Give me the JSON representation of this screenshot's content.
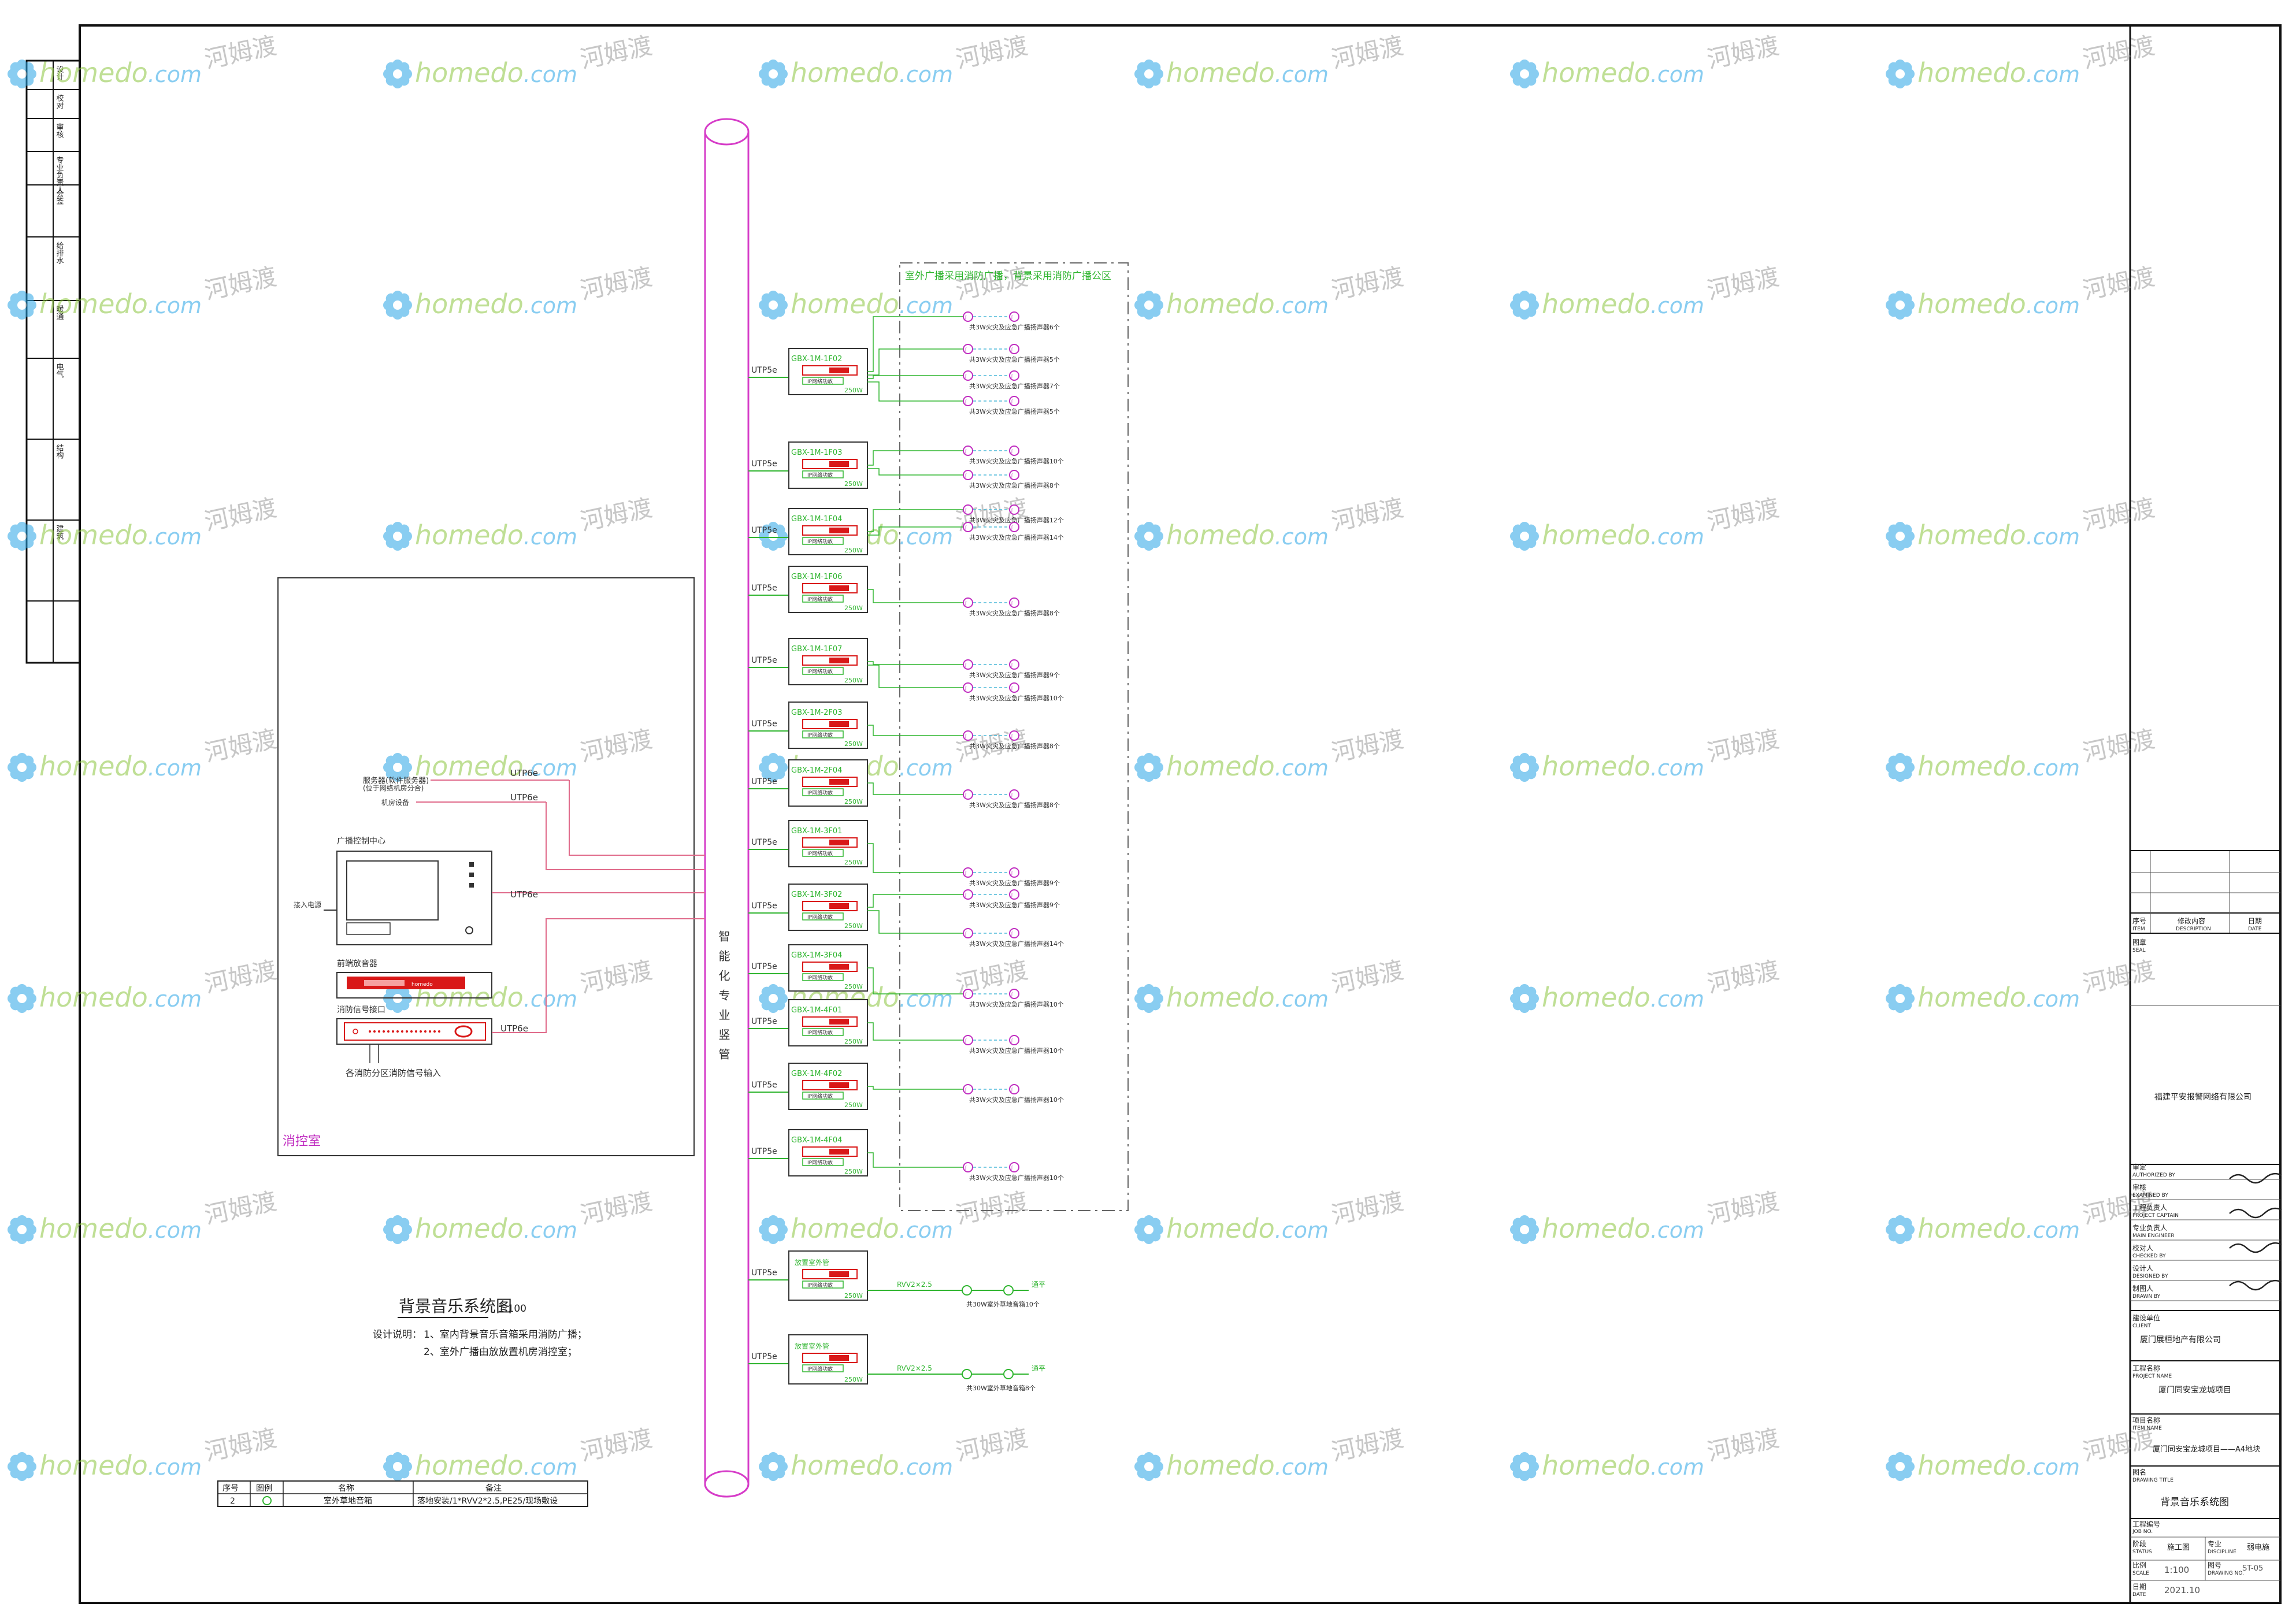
{
  "colors": {
    "frame": "#111111",
    "riser": "#d63cc8",
    "green": "#2fb52f",
    "red": "#d91818",
    "pink": "#e06a8a",
    "cyan": "#4bb8d8",
    "magenta": "#c02cc0",
    "watermark_green": "#8cc63f",
    "watermark_blue": "#29a6e6",
    "watermark_gray": "#9a9a9a"
  },
  "watermark": {
    "brand": "homedo",
    "tld": ".com",
    "cn": "河姆渡",
    "icon": "flower-logo-icon"
  },
  "left_strip": {
    "rows": [
      "设计",
      "校对",
      "审核",
      "专业负责人",
      "会签",
      "给排水",
      "暖通",
      "电气",
      "结构",
      "建筑"
    ]
  },
  "riser": {
    "label": "智能化专业竖管"
  },
  "zone": {
    "title": "室外广播采用消防广播，背景采用消防广播公区"
  },
  "control_room": {
    "name": "消控室",
    "host_label": "广播控制中心",
    "power_label": "接入电源",
    "server_label": "服务器(软件服务器)",
    "server_sub": "(位于网络机房分合)",
    "machine_label": "机房设备",
    "player_label": "前端放音器",
    "fire_label": "消防信号接口",
    "fire_input": "各消防分区消防信号输入",
    "links": [
      "UTP6e",
      "UTP6e",
      "UTP6e",
      "UTP6e"
    ]
  },
  "amps": [
    {
      "id": "GBX-1M-1F02",
      "cable": "UTP5e",
      "power": "250W",
      "sub": "IP网络功放",
      "speakers": [
        "共3W火灾及应急广播扬声器6个",
        "共3W火灾及应急广播扬声器5个",
        "共3W火灾及应急广播扬声器7个",
        "共3W火灾及应急广播扬声器5个"
      ]
    },
    {
      "id": "GBX-1M-1F03",
      "cable": "UTP5e",
      "power": "250W",
      "sub": "IP网络功放",
      "speakers": [
        "共3W火灾及应急广播扬声器10个",
        "共3W火灾及应急广播扬声器8个"
      ]
    },
    {
      "id": "GBX-1M-1F04",
      "cable": "UTP5e",
      "power": "250W",
      "sub": "IP网络功放",
      "speakers": [
        "共3W火灾及应急广播扬声器12个",
        "共3W火灾及应急广播扬声器14个"
      ]
    },
    {
      "id": "GBX-1M-1F06",
      "cable": "UTP5e",
      "power": "250W",
      "sub": "IP网络功放",
      "speakers": [
        "共3W火灾及应急广播扬声器8个"
      ]
    },
    {
      "id": "GBX-1M-1F07",
      "cable": "UTP5e",
      "power": "250W",
      "sub": "IP网络功放",
      "speakers": [
        "共3W火灾及应急广播扬声器9个",
        "共3W火灾及应急广播扬声器10个"
      ]
    },
    {
      "id": "GBX-1M-2F03",
      "cable": "UTP5e",
      "power": "250W",
      "sub": "IP网络功放",
      "speakers": [
        "共3W火灾及应急广播扬声器8个"
      ]
    },
    {
      "id": "GBX-1M-2F04",
      "cable": "UTP5e",
      "power": "250W",
      "sub": "IP网络功放",
      "speakers": [
        "共3W火灾及应急广播扬声器8个"
      ]
    },
    {
      "id": "GBX-1M-3F01",
      "cable": "UTP5e",
      "power": "250W",
      "sub": "IP网络功放",
      "speakers": [
        "共3W火灾及应急广播扬声器9个"
      ]
    },
    {
      "id": "GBX-1M-3F02",
      "cable": "UTP5e",
      "power": "250W",
      "sub": "IP网络功放",
      "speakers": [
        "共3W火灾及应急广播扬声器9个",
        "共3W火灾及应急广播扬声器14个"
      ]
    },
    {
      "id": "GBX-1M-3F04",
      "cable": "UTP5e",
      "power": "250W",
      "sub": "IP网络功放",
      "speakers": [
        "共3W火灾及应急广播扬声器10个"
      ]
    },
    {
      "id": "GBX-1M-4F01",
      "cable": "UTP5e",
      "power": "250W",
      "sub": "IP网络功放",
      "speakers": [
        "共3W火灾及应急广播扬声器10个"
      ]
    },
    {
      "id": "GBX-1M-4F02",
      "cable": "UTP5e",
      "power": "250W",
      "sub": "IP网络功放",
      "speakers": [
        "共3W火灾及应急广播扬声器10个"
      ]
    },
    {
      "id": "GBX-1M-4F04",
      "cable": "UTP5e",
      "power": "250W",
      "sub": "IP网络功放",
      "speakers": [
        "共3W火灾及应急广播扬声器10个"
      ]
    }
  ],
  "outdoor_amps": [
    {
      "id": "放置室外管",
      "cable": "UTP5e",
      "power": "250W",
      "sub": "IP网络功放",
      "rvv": "RVV2×2.5",
      "tail": "通平",
      "note": "共30W室外草地音箱10个"
    },
    {
      "id": "放置室外管",
      "cable": "UTP5e",
      "power": "250W",
      "sub": "IP网络功放",
      "rvv": "RVV2×2.5",
      "tail": "通平",
      "note": "共30W室外草地音箱8个"
    }
  ],
  "diagram_title": {
    "title": "背景音乐系统图",
    "scale": "1:100"
  },
  "notes": {
    "head": "设计说明：",
    "items": [
      "1、室内背景音乐音箱采用消防广播；",
      "2、室外广播由放放置机房消控室；"
    ]
  },
  "legend_table": {
    "headers": [
      "序号",
      "图例",
      "名称",
      "备注"
    ],
    "rows": [
      [
        "2",
        "",
        "室外草地音箱",
        "落地安装/1*RVV2*2.5,PE25/现场敷设"
      ]
    ]
  },
  "title_block": {
    "rev_headers": [
      [
        "序号",
        "ITEM"
      ],
      [
        "修改内容",
        "DESCRIPTION"
      ],
      [
        "日期",
        "DATE"
      ]
    ],
    "seal": [
      "图章",
      "SEAL"
    ],
    "company": "福建平安报警网络有限公司",
    "roles": [
      [
        "审定",
        "AUTHORIZED BY"
      ],
      [
        "审核",
        "EXAMINED BY"
      ],
      [
        "工程负责人",
        "PROJECT CAPTAIN"
      ],
      [
        "专业负责人",
        "MAIN ENGINEER"
      ],
      [
        "校对人",
        "CHECKED BY"
      ],
      [
        "设计人",
        "DESIGNED BY"
      ],
      [
        "制图人",
        "DRAWN BY"
      ]
    ],
    "client": [
      "建设单位",
      "CLIENT"
    ],
    "client_value": "厦门展桓地产有限公司",
    "project": [
      "工程名称",
      "PROJECT NAME"
    ],
    "project_value": "厦门同安宝龙城项目",
    "item": [
      "项目名称",
      "ITEM NAME"
    ],
    "item_value": "厦门同安宝龙城项目——A4地块",
    "drawing": [
      "图名",
      "DRAWING TITLE"
    ],
    "drawing_value": "背景音乐系统图",
    "job": [
      "工程编号",
      "JOB NO."
    ],
    "status": [
      "阶段",
      "STATUS"
    ],
    "status_value": "施工图",
    "discipline": [
      "专业",
      "DISCIPLINE"
    ],
    "discipline_value": "弱电施",
    "scale": [
      "比例",
      "SCALE"
    ],
    "scale_value": "1:100",
    "drawing_no": [
      "图号",
      "DRAWING NO."
    ],
    "drawing_no_value": "ST-05",
    "date": [
      "日期",
      "DATE"
    ],
    "date_value": "2021.10"
  }
}
